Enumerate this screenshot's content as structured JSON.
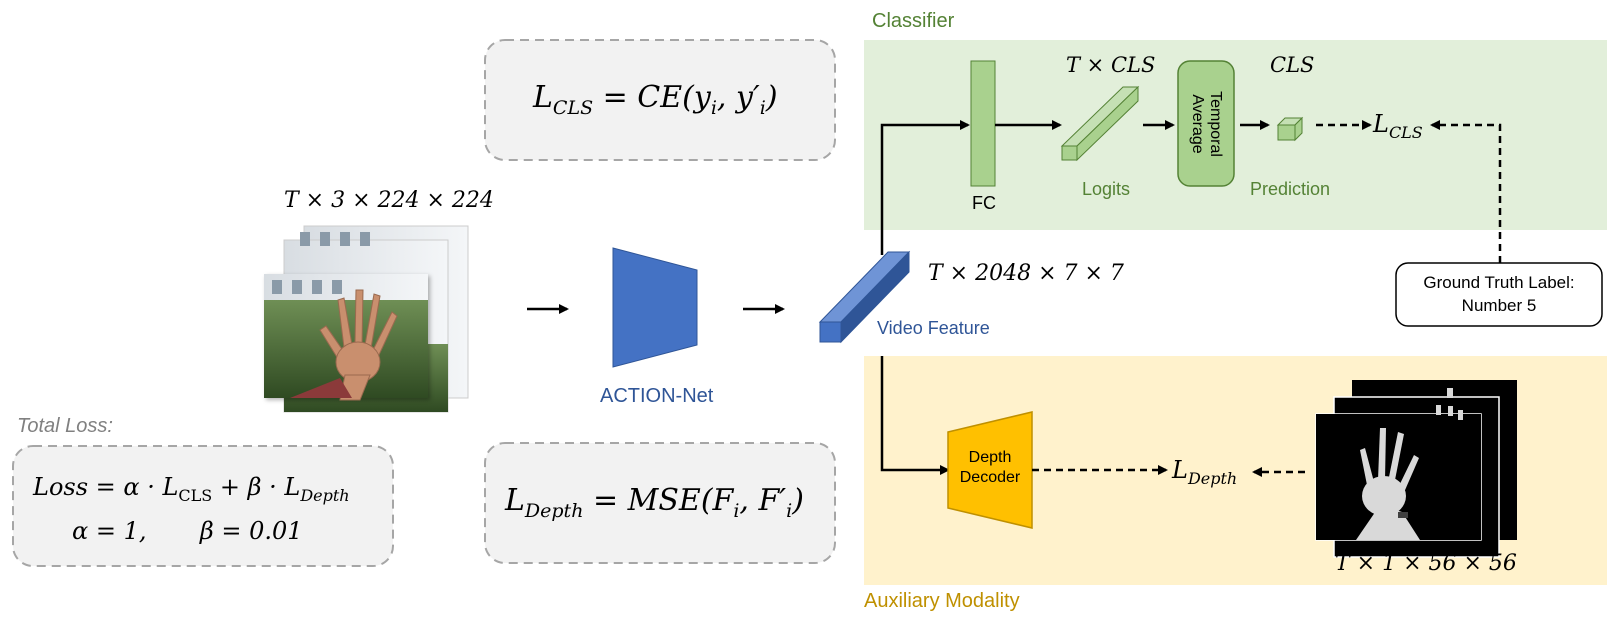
{
  "colors": {
    "classifier_bg": "#e2efda",
    "auxiliary_bg": "#fff2cc",
    "classifier_text": "#548235",
    "auxiliary_text": "#bf9000",
    "network_blue": "#4472c4",
    "network_text": "#2f5597",
    "fc_green": "#a9d18e",
    "decoder_yellow": "#ffc000",
    "loss_box_bg": "#f2f2f2",
    "loss_box_border": "#a6a6a6"
  },
  "sections": {
    "classifier_title": "Classifier",
    "auxiliary_title": "Auxiliary Modality"
  },
  "input": {
    "shape_label": "T × 3 × 224 × 224",
    "image_icon": "hand-video-frames"
  },
  "network": {
    "name": "ACTION-Net"
  },
  "feature": {
    "name": "Video Feature",
    "shape_label": "T × 2048 × 7 × 7"
  },
  "classifier": {
    "fc_label": "FC",
    "logits_label": "Logits",
    "logits_shape": "T × CLS",
    "temporal_avg_line1": "Temporal",
    "temporal_avg_line2": "Average",
    "prediction_label": "Prediction",
    "prediction_shape": "CLS",
    "loss_symbol": "L",
    "loss_subscript": "CLS"
  },
  "ground_truth": {
    "line1": "Ground Truth Label:",
    "line2": "Number 5"
  },
  "auxiliary": {
    "decoder_line1": "Depth",
    "decoder_line2": "Decoder",
    "loss_symbol": "L",
    "loss_subscript": "Depth",
    "depth_shape": "T × 1 × 56 × 56",
    "depth_icon": "depth-map-frames"
  },
  "formulas": {
    "cls_formula": "L",
    "cls_sub": "CLS",
    "cls_rhs": " = CE(y",
    "cls_rhs_i": "i",
    "cls_rhs2": ", y′",
    "cls_rhs_i2": "i",
    "cls_close": ")",
    "depth_formula": "L",
    "depth_sub": "Depth",
    "depth_rhs": " = MSE(F",
    "depth_rhs_i": "i",
    "depth_rhs2": ", F′",
    "depth_rhs_i2": "i",
    "depth_close": ")"
  },
  "total_loss": {
    "title": "Total Loss:",
    "line1_a": "Loss = α · L",
    "line1_sub1": "CLS",
    "line1_b": " + β · L",
    "line1_sub2": "Depth",
    "line2": "α = 1,       β = 0.01"
  }
}
